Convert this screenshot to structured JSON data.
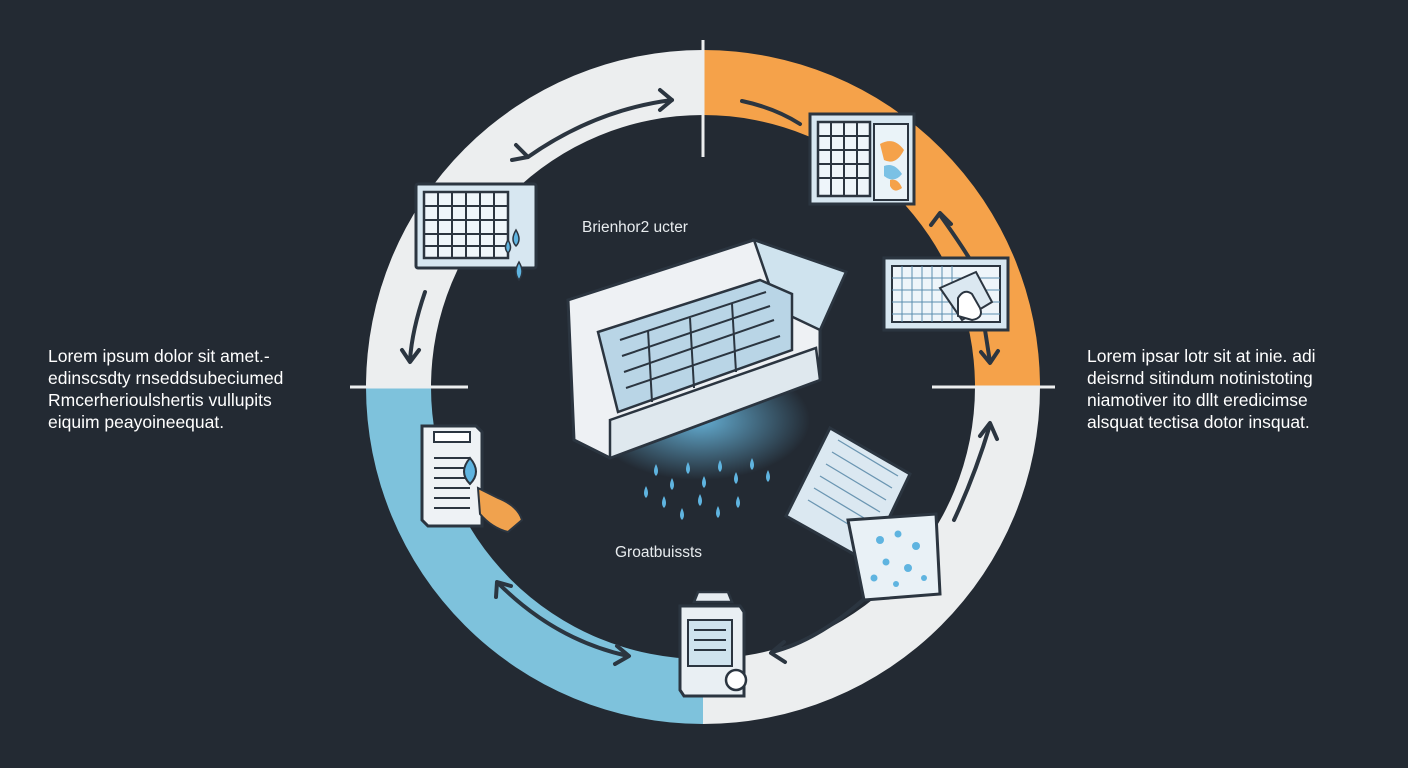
{
  "colors": {
    "background": "#232a33",
    "ring_light": "#eceeef",
    "ring_orange": "#f5a24a",
    "ring_blue": "#7ec2dc",
    "line": "#2b3540",
    "icon_fill": "#cde3ef",
    "water": "#5fb4e0",
    "glove": "#f0a24e"
  },
  "labels": {
    "top_center": "Brienhor2 ucter",
    "bottom_center": "Groatbuissts"
  },
  "left_text": [
    "Lorem ipsum dolor sit amet.-",
    "edinscsdty  rnseddsubeciumed",
    "Rmcerherioulshertis vullupits",
    "eiquim peayoineequat."
  ],
  "right_text": [
    "Lorem ipsar lotr sit at inie. adi",
    "deisrnd sitindum notinistoting",
    "niamotiver ito dllt eredicimse",
    "alsquat tectisa dotor insquat."
  ],
  "icons": [
    "filter-panel-icon",
    "dirty-filter-icon",
    "filter-cleaning-icon",
    "water-tank-icon",
    "spray-bottle-icon",
    "wet-filter-icon",
    "air-conditioner-icon"
  ]
}
